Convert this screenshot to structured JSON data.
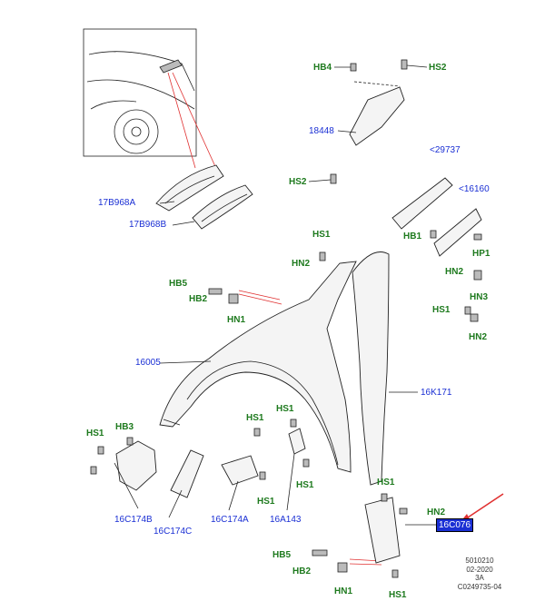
{
  "labels": {
    "hb4": "HB4",
    "hs2_top": "HS2",
    "p18448": "18448",
    "hs2_mid": "HS2",
    "p29737": "<29737",
    "p16160": "<16160",
    "p17b968a": "17B968A",
    "p17b968b": "17B968B",
    "hs1_a": "HS1",
    "hn2_a": "HN2",
    "hb1": "HB1",
    "hp1": "HP1",
    "hn2_b": "HN2",
    "hn3": "HN3",
    "hs1_b": "HS1",
    "hn2_c": "HN2",
    "hb5_a": "HB5",
    "hb2_a": "HB2",
    "hn1_a": "HN1",
    "p16005": "16005",
    "p16k171": "16K171",
    "hs1_c": "HS1",
    "hb3": "HB3",
    "hs1_d": "HS1",
    "hs1_e": "HS1",
    "hs1_f": "HS1",
    "hs1_g": "HS1",
    "p16c174b": "16C174B",
    "p16c174c": "16C174C",
    "p16c174a": "16C174A",
    "p16a143": "16A143",
    "hs1_h": "HS1",
    "hn2_d": "HN2",
    "p16c076": "16C076",
    "hb5_b": "HB5",
    "hb2_b": "HB2",
    "hn1_b": "HN1",
    "hs1_i": "HS1"
  },
  "reference": {
    "line1": "5010210",
    "line2": "02-2020",
    "line3": "3A",
    "line4": "C0249735-04"
  },
  "colors": {
    "fastener_label": "#1e7a1e",
    "part_label": "#1a2fd4",
    "callout_arrow": "#e03030"
  }
}
